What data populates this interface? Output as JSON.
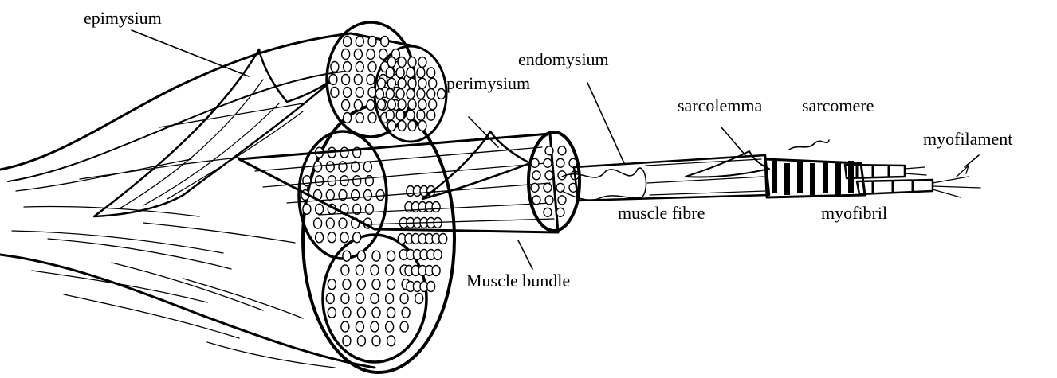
{
  "diagram": {
    "labels": {
      "epimysium": "epimysium",
      "endomysium": "endomysium",
      "perimysium": "perimysium",
      "sarcolemma": "sarcolemma",
      "sarcomere": "sarcomere",
      "myofilament": "myofilament",
      "muscle_fibre": "muscle fibre",
      "myofibril": "myofibril",
      "muscle_bundle": "Muscle bundle"
    },
    "colors": {
      "ink": "#000000",
      "paper": "#ffffff"
    }
  }
}
